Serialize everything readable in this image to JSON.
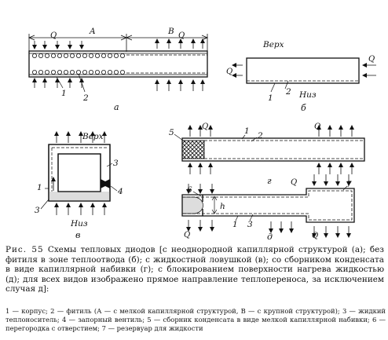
{
  "figure": {
    "labels": {
      "top_A": "A",
      "top_B": "B",
      "verkh_b": "Верх",
      "niz_b": "Низ",
      "verkh_v": "Верх",
      "niz_v": "Низ",
      "q": "Q",
      "h": "h",
      "n1": "1",
      "n2": "2",
      "n3": "3",
      "n4": "4",
      "n5": "5",
      "n6": "6",
      "n7": "7"
    },
    "subfigure_labels": {
      "a": "а",
      "b": "б",
      "v": "в",
      "g": "г",
      "d": "д"
    }
  },
  "caption": {
    "prefix": "Рис. 55",
    "text": " Схемы тепловых диодов [с неоднородной капиллярной структурой (а); без фитиля в зоне теплоотвода (б); с жидкостной ловушкой (в); со сборником конденсата в виде капиллярной набивки (г); с блокированием поверхности нагрева жидкостью (д); для всех видов изображено прямое направление теплопереноса, за исключением случая д]:"
  },
  "legend": "1 — корпус; 2 — фитиль (А — с мелкой капиллярной структурой, В — с крупной структурой); 3 — жидкий теплоноситель; 4 — запорный вентиль; 5 — сборник конденсата в виде мелкой капиллярной набивки; 6 — перегородка с отверстием; 7 — резервуар для жидкости"
}
